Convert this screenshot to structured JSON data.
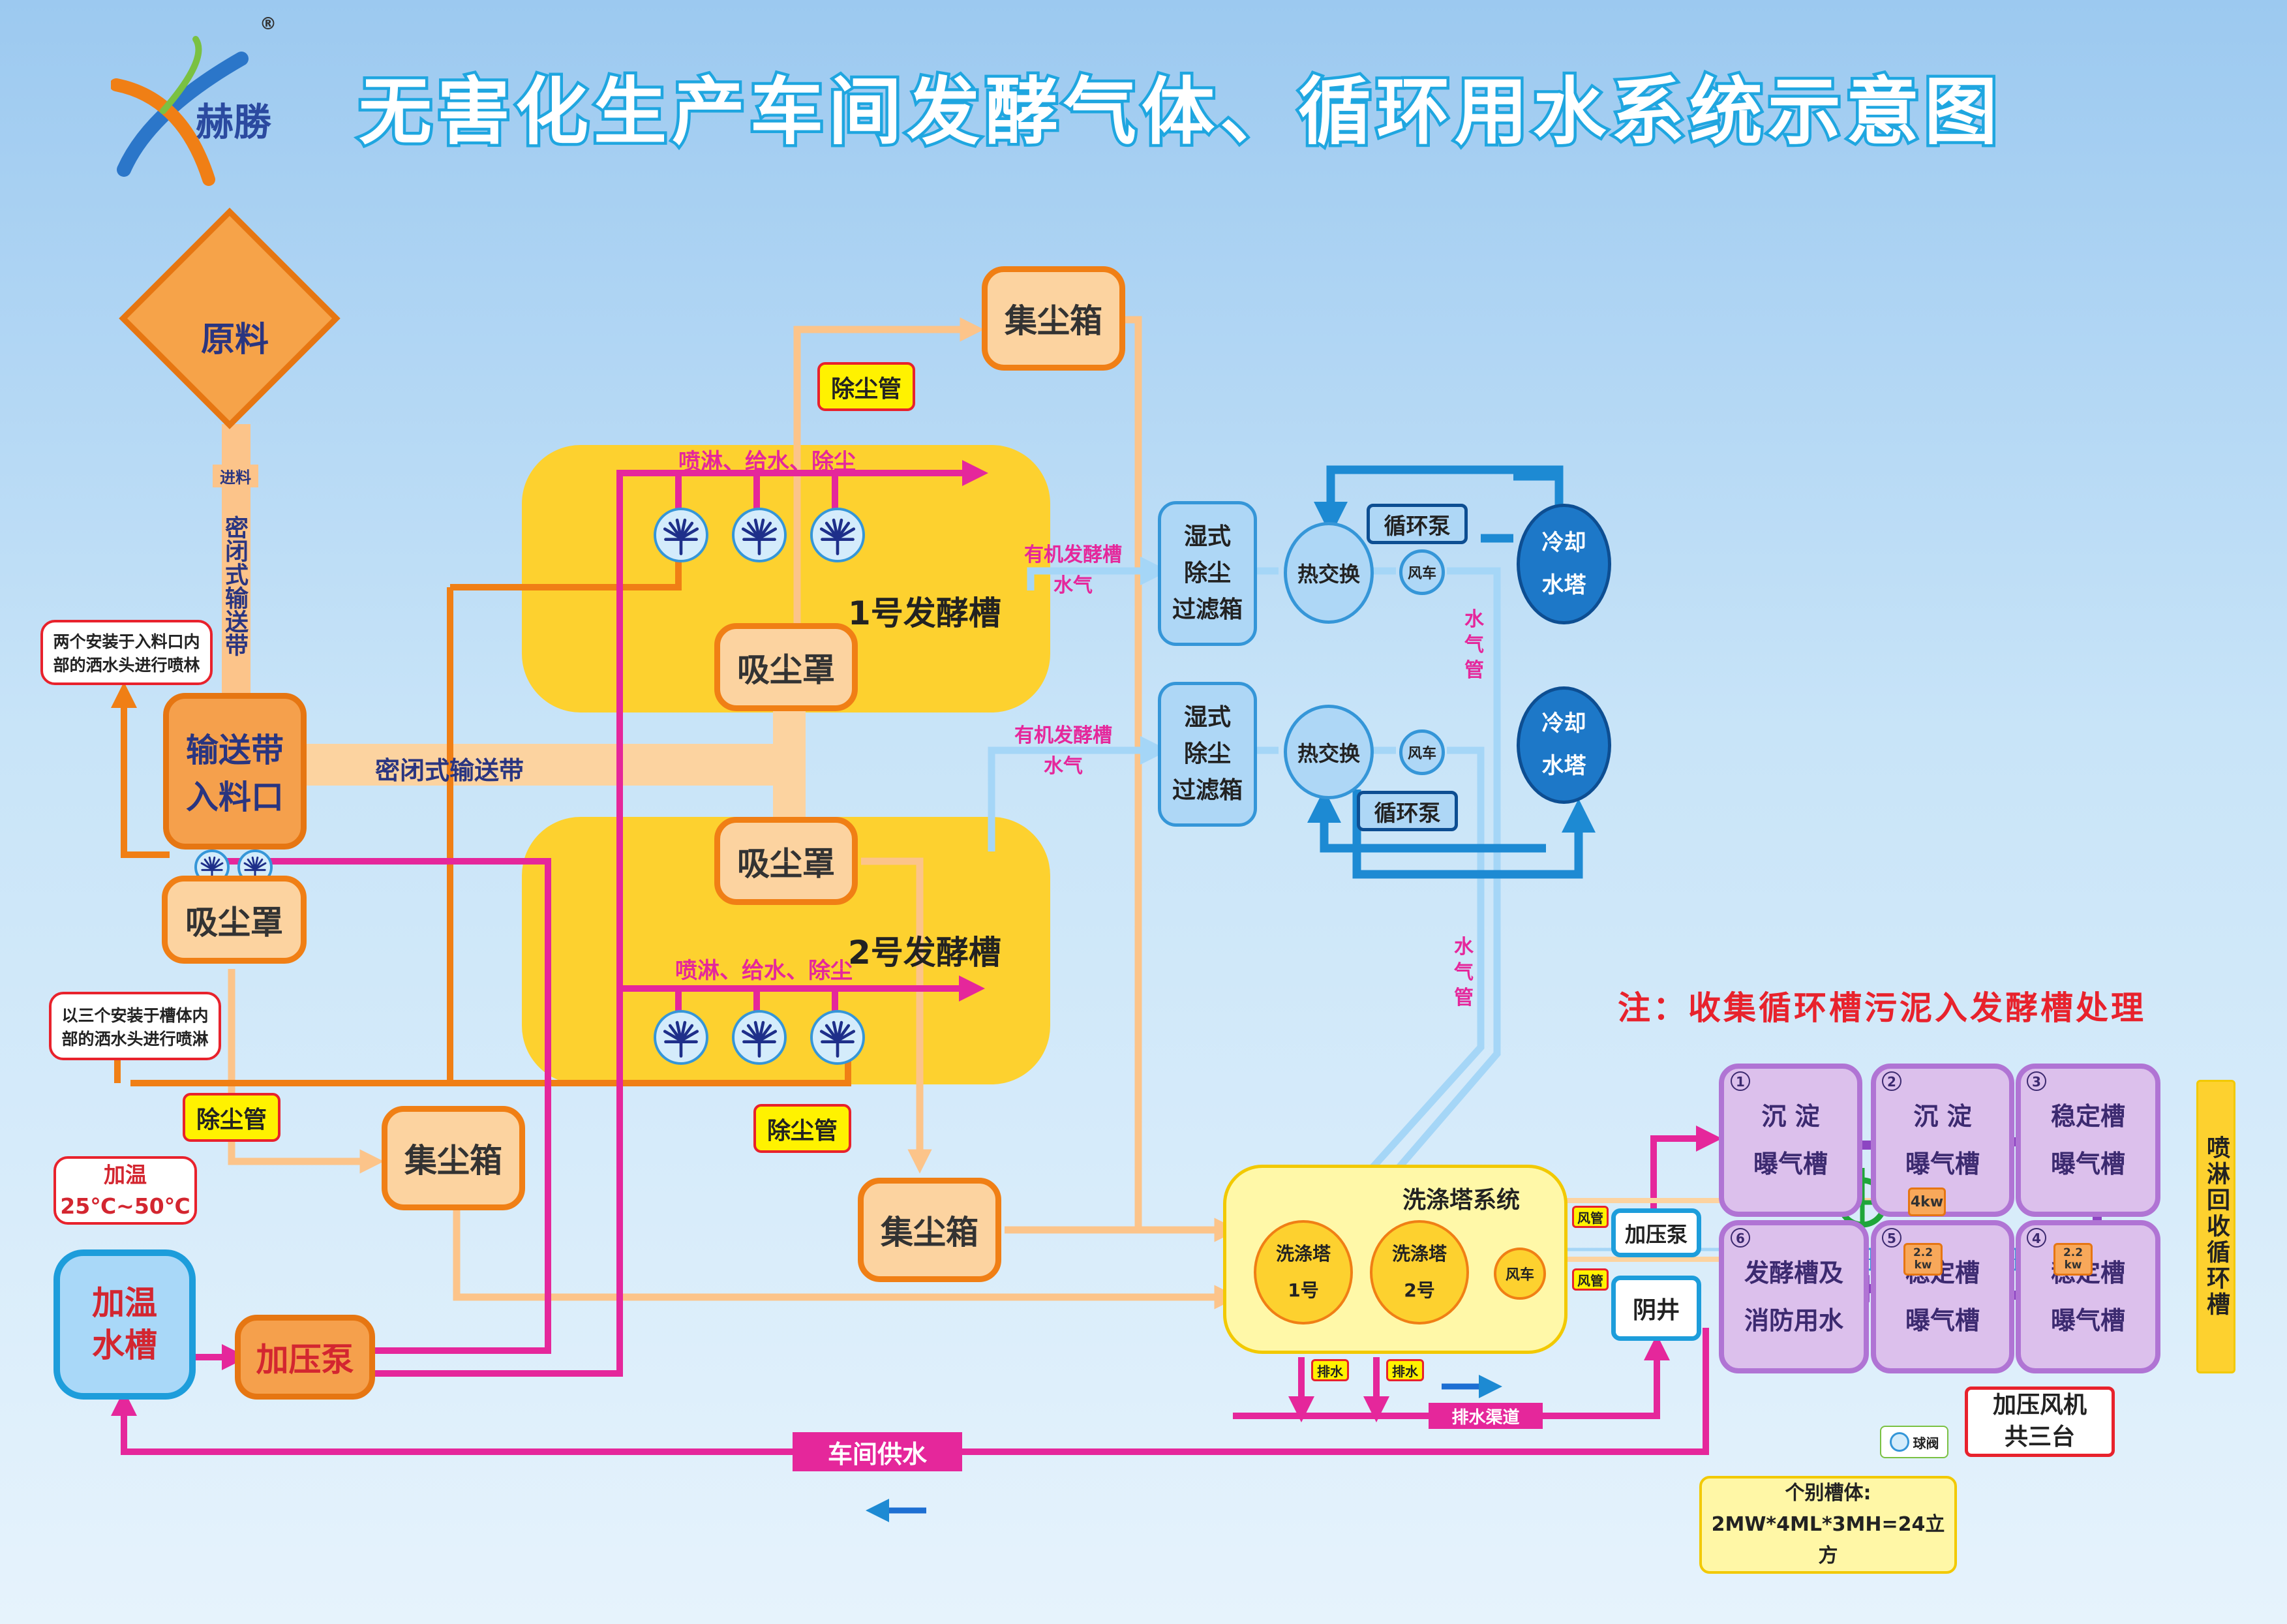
{
  "title": "无害化生产车间发酵气体、循环用水系统示意图",
  "logo": {
    "brand": "赫勝",
    "mark": "®"
  },
  "nodes": {
    "raw": "原料",
    "feed": "进料",
    "sealed_vertical": "密闭式输送带",
    "sealed_horizontal": "密闭式输送带",
    "conveyor": "输送带\n入料口",
    "hood_left": "吸尘罩",
    "hood_tank1": "吸尘罩",
    "hood_tank2": "吸尘罩",
    "dust_top": "集尘箱",
    "dust_mid": "集尘箱",
    "dust_bot": "集尘箱",
    "pipe_a": "除尘管",
    "pipe_b": "除尘管",
    "pipe_c": "除尘管",
    "tank1": "1号发酵槽",
    "tank2": "2号发酵槽",
    "spray1": "喷淋、给水、除尘",
    "spray2": "喷淋、给水、除尘",
    "note1": "两个安装于入料口内部的洒水头进行喷林",
    "note2": "以三个安装于槽体内部的洒水头进行喷淋",
    "heat_note": "加温\n25℃~50℃",
    "heat_tank": "加温\n水槽",
    "pump_left": "加压泵",
    "supply": "车间供水",
    "gas1": "有机发酵槽\n水气",
    "gas2": "有机发酵槽\n水气",
    "wet1": "湿式\n除尘\n过滤箱",
    "wet2": "湿式\n除尘\n过滤箱",
    "hx1": "热交换",
    "hx2": "热交换",
    "fan1": "风车",
    "fan2": "风车",
    "circ1": "循环泵",
    "circ2": "循环泵",
    "cool1": "冷却\n水塔",
    "cool2": "冷却\n水塔",
    "vapor1": "水\n气\n管",
    "vapor2": "水\n气\n管",
    "wash_system": "洗涤塔系统",
    "wash1": "洗涤塔\n1号",
    "wash2": "洗涤塔\n2号",
    "fan3": "风车",
    "drain1": "排水",
    "drain2": "排水",
    "drain_channel": "排水渠道",
    "duct1": "风管",
    "duct2": "风管",
    "pump_right": "加压泵",
    "manhole": "阴井",
    "note_sludge": "注：收集循环槽污泥入发酵槽处理",
    "spray_recovery": "喷淋回收循环槽",
    "blower": "加压风机\n共三台",
    "valve": "球阀",
    "volume": "个别槽体:\n2MW*4ML*3MH=24立方"
  },
  "basins": [
    {
      "num": "1",
      "label": "沉  淀\n曝气槽"
    },
    {
      "num": "2",
      "label": "沉  淀\n曝气槽"
    },
    {
      "num": "3",
      "label": "稳定槽\n曝气槽"
    },
    {
      "num": "4",
      "label": "稳定槽\n曝气槽"
    },
    {
      "num": "5",
      "label": "稳定槽\n曝气槽"
    },
    {
      "num": "6",
      "label": "发酵槽及\n消防用水"
    }
  ],
  "power_tags": [
    "4kw",
    "2.2\nkw",
    "2.2\nkw"
  ],
  "colors": {
    "water_pipe": "#e5279b",
    "orange_pipe": "#f07f15",
    "dust_pipe": "#fcc48a",
    "vapor_pipe": "#a5d6f7",
    "cool_loop": "#1d8ad3",
    "title_fill": "#ffffff",
    "title_outline": "#1fa6e0"
  }
}
